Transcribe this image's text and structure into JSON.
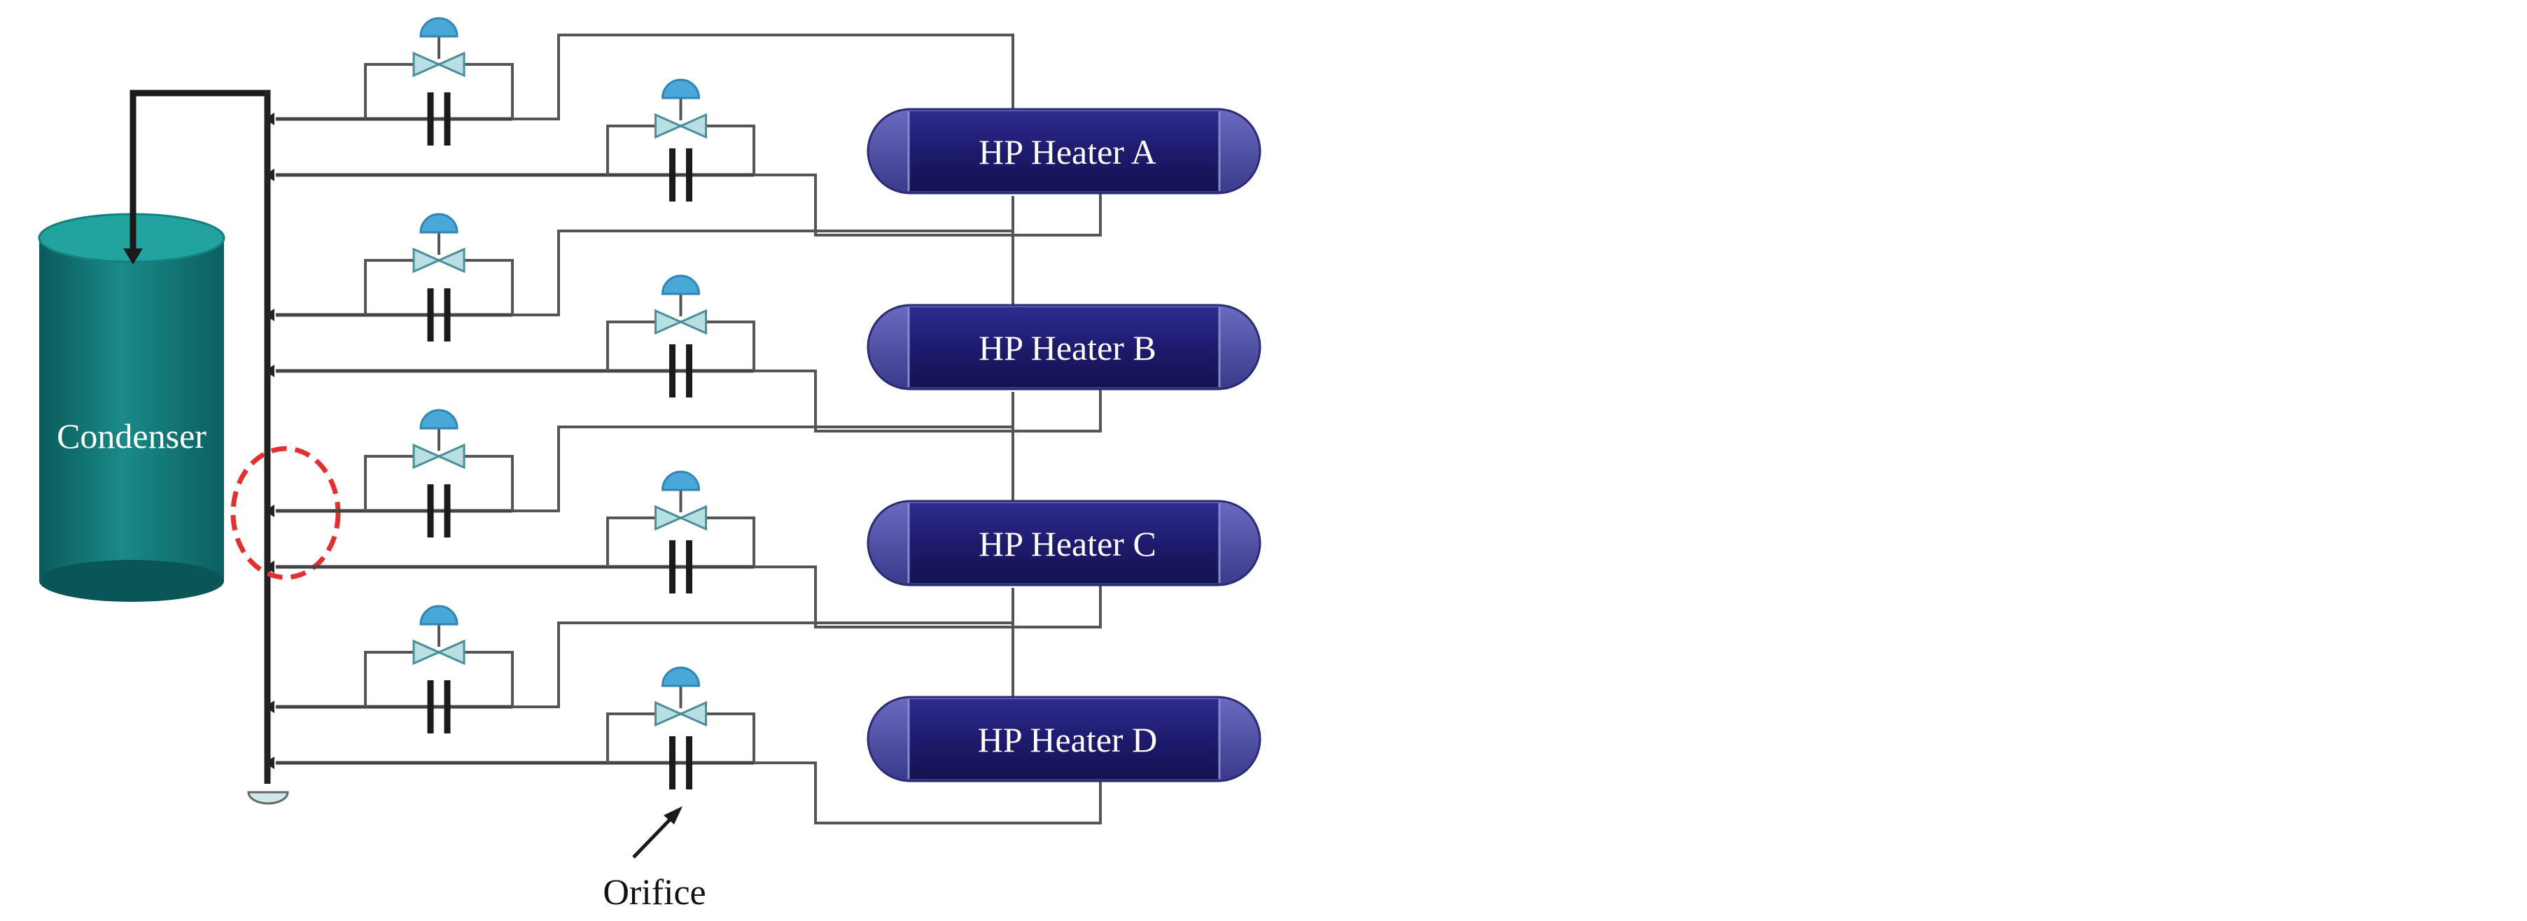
{
  "labels": {
    "condenser": "Condenser",
    "orifice": "Orifice"
  },
  "heaters": [
    {
      "label": "HP Heater A"
    },
    {
      "label": "HP Heater B"
    },
    {
      "label": "HP Heater C"
    },
    {
      "label": "HP Heater D"
    }
  ],
  "colors": {
    "condenser_body": "#137a7a",
    "condenser_top": "#1f9c9a",
    "heater_body": "#23207a",
    "heater_cap": "#5555aa",
    "valve_actuator": "#4aa8d8",
    "valve_body": "#b8dfe4",
    "pipe": "#555555",
    "header": "#222222",
    "highlight_circle": "#e03030"
  },
  "icons": {
    "control_valve": "control-valve-icon",
    "orifice_plate": "orifice-plate-icon",
    "arrow": "arrow-icon"
  }
}
